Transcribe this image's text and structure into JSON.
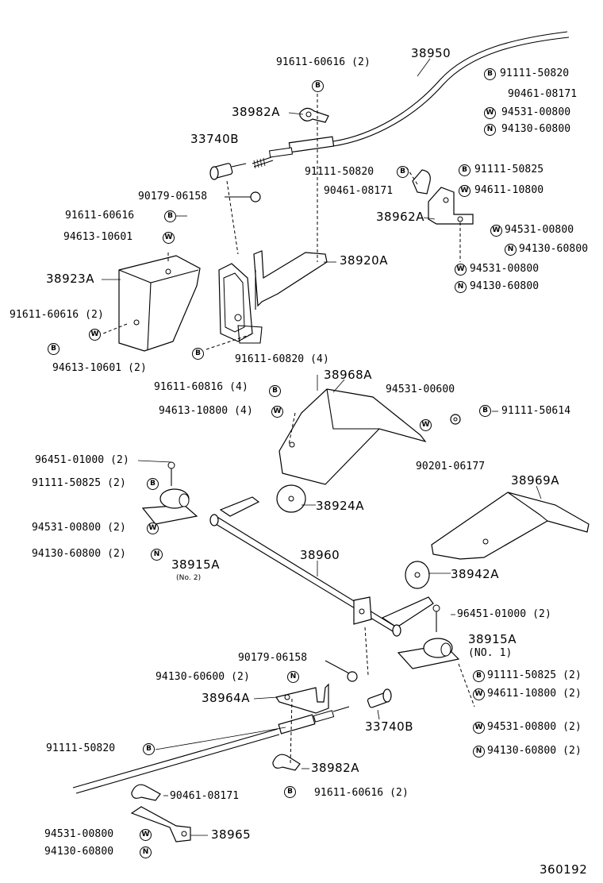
{
  "sym": {
    "b": "B",
    "w": "W",
    "n": "N"
  },
  "labels": {
    "p38950": "38950",
    "p91611_60616_2_a": "91611-60616 (2)",
    "p91111_50820_tr": "91111-50820",
    "p90461_08171_tr": "90461-08171",
    "p94531_00800_tr": "94531-00800",
    "p94130_60800_tr": "94130-60800",
    "p38982A_top": "38982A",
    "p33740B_top": "33740B",
    "p91111_50820_mid": "91111-50820",
    "p90461_08171_mid": "90461-08171",
    "p91111_50825": "91111-50825",
    "p94611_10800": "94611-10800",
    "p90179_06158_top": "90179-06158",
    "p91611_60616": "91611-60616",
    "p38962A": "38962A",
    "p94531_00800_r1": "94531-00800",
    "p94130_60800_r1": "94130-60800",
    "p94613_10601": "94613-10601",
    "p38920A": "38920A",
    "p94531_00800_r2": "94531-00800",
    "p94130_60800_r2": "94130-60800",
    "p38923A": "38923A",
    "p91611_60616_2_b": "91611-60616 (2)",
    "p94613_10601_2": "94613-10601 (2)",
    "p91611_60820_4": "91611-60820 (4)",
    "p91611_60816_4": "91611-60816 (4)",
    "p38968A": "38968A",
    "p94531_00600": "94531-00600",
    "p91111_50614": "91111-50614",
    "p94613_10800_4": "94613-10800 (4)",
    "p96451_01000_2_a": "96451-01000 (2)",
    "p90201_06177": "90201-06177",
    "p91111_50825_2_a": "91111-50825 (2)",
    "p38969A": "38969A",
    "p38924A": "38924A",
    "p94531_00800_2_a": "94531-00800 (2)",
    "p94130_60800_2_a": "94130-60800 (2)",
    "p38915A_no2": "38915A",
    "p38915A_no2_sub": "(No. 2)",
    "p38960": "38960",
    "p38942A": "38942A",
    "p96451_01000_2_b": "96451-01000 (2)",
    "p38915A_no1": "38915A",
    "p38915A_no1_sub": "(NO. 1)",
    "p90179_06158_bot": "90179-06158",
    "p94130_60600_2": "94130-60600 (2)",
    "p91111_50825_2_b": "91111-50825 (2)",
    "p38964A": "38964A",
    "p94611_10800_2": "94611-10800 (2)",
    "p33740B_bot": "33740B",
    "p94531_00800_2_b": "94531-00800 (2)",
    "p91111_50820_left": "91111-50820",
    "p94130_60800_2_b": "94130-60800 (2)",
    "p38982A_bot": "38982A",
    "p91611_60616_2_c": "91611-60616 (2)",
    "p90461_08171_bot": "90461-08171",
    "p94531_00800_bot": "94531-00800",
    "p38965": "38965",
    "p94130_60800_bot": "94130-60800",
    "p360192": "360192"
  }
}
